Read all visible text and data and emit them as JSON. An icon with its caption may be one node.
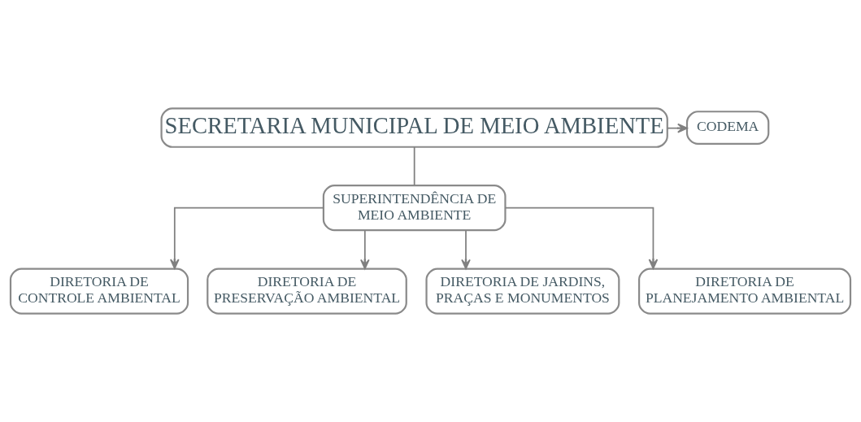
{
  "diagram": {
    "nodes": [
      {
        "text": [
          "CODEMA"
        ]
      },
      {
        "text": [
          "SECRETARIA MUNICIPAL DE MEIO AMBIENTE"
        ]
      },
      {
        "text": [
          "SUPERINTENDÊNCIA DE MEIO AMBIENTE"
        ]
      },
      {
        "text": [
          "DIRETORIA DE CONTROLE AMBIENTAL"
        ]
      },
      {
        "text": [
          "DIRETORIA DE PRESERVAÇÃO AMBIENTAL"
        ]
      },
      {
        "text": [
          "DIRETORIA DE JARDINS, PRAÇAS E MONUMENTOS"
        ]
      },
      {
        "text": [
          "DIRETORIA DE PLANEJAMENTO AMBIENTAL"
        ]
      }
    ],
    "edges": [
      {
        "from": 1,
        "to": 0,
        "arrow": "to"
      },
      {
        "from": 1,
        "to": 2,
        "arrow": "none"
      },
      {
        "from": 2,
        "to": 3,
        "arrow": "to"
      },
      {
        "from": 2,
        "to": 4,
        "arrow": "to"
      },
      {
        "from": 2,
        "to": 5,
        "arrow": "to"
      },
      {
        "from": 2,
        "to": 6,
        "arrow": "to"
      }
    ]
  }
}
